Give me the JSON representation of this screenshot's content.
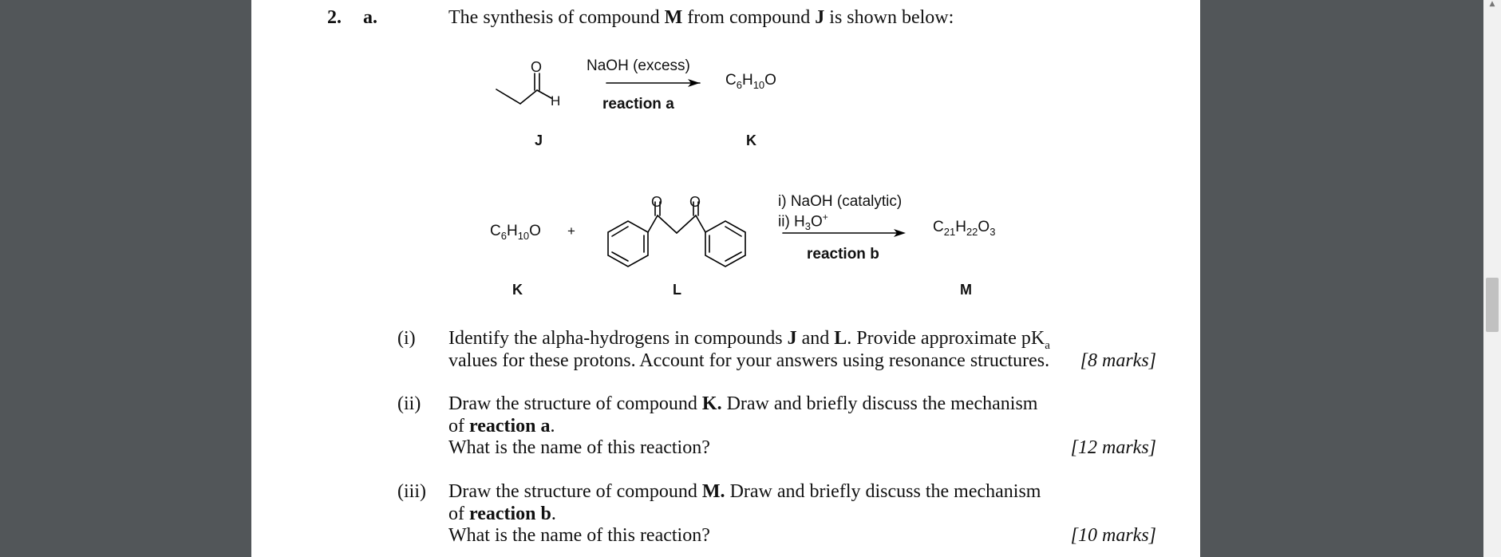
{
  "question": {
    "number": "2.",
    "part": "a.",
    "intro_before_M": "The synthesis of compound ",
    "M": "M",
    "intro_mid": " from compound ",
    "J": "J",
    "intro_end": " is shown below:"
  },
  "scheme": {
    "reaction_a": {
      "reagent": "NaOH (excess)",
      "label": "reaction a",
      "product_formula": {
        "c": "C",
        "c_sub": "6",
        "h": "H",
        "h_sub": "10",
        "o": "O"
      },
      "start_label": "J",
      "product_label": "K",
      "atom_O": "O",
      "atom_H": "H"
    },
    "reaction_b": {
      "reactant_formula": {
        "c": "C",
        "c_sub": "6",
        "h": "H",
        "h_sub": "10",
        "o": "O"
      },
      "plus": "+",
      "reagent_1": "i) NaOH (catalytic)",
      "reagent_2_pre": "ii) H",
      "reagent_2_sub": "3",
      "reagent_2_o": "O",
      "reagent_2_sup": "+",
      "label": "reaction b",
      "product_formula": {
        "c": "C",
        "c_sub": "21",
        "h": "H",
        "h_sub": "22",
        "o": "O",
        "o_sub": "3"
      },
      "label_K": "K",
      "label_L": "L",
      "label_M": "M",
      "atom_O": "O"
    }
  },
  "parts": [
    {
      "num": "(i)",
      "line1_pre": "Identify the alpha-hydrogens in compounds ",
      "line1_J": "J",
      "line1_and": " and ",
      "line1_L": "L",
      "line1_post": ". Provide approximate pK",
      "line1_sub": "a",
      "line2": "values for these protons. Account for your answers using resonance structures.",
      "marks": "[8 marks]"
    },
    {
      "num": "(ii)",
      "line1_pre": "Draw the structure of compound ",
      "line1_bold": "K.",
      "line1_post": " Draw and briefly discuss the mechanism",
      "line2_pre": "of ",
      "line2_bold": "reaction a",
      "line2_post": ".",
      "line3": "What is the name of this reaction?",
      "marks": "[12 marks]"
    },
    {
      "num": "(iii)",
      "line1_pre": "Draw the structure of compound ",
      "line1_bold": "M.",
      "line1_post": " Draw and briefly discuss the mechanism",
      "line2_pre": "of ",
      "line2_bold": "reaction b",
      "line2_post": ".",
      "line3": "What is the name of this reaction?",
      "marks": "[10 marks]"
    }
  ]
}
